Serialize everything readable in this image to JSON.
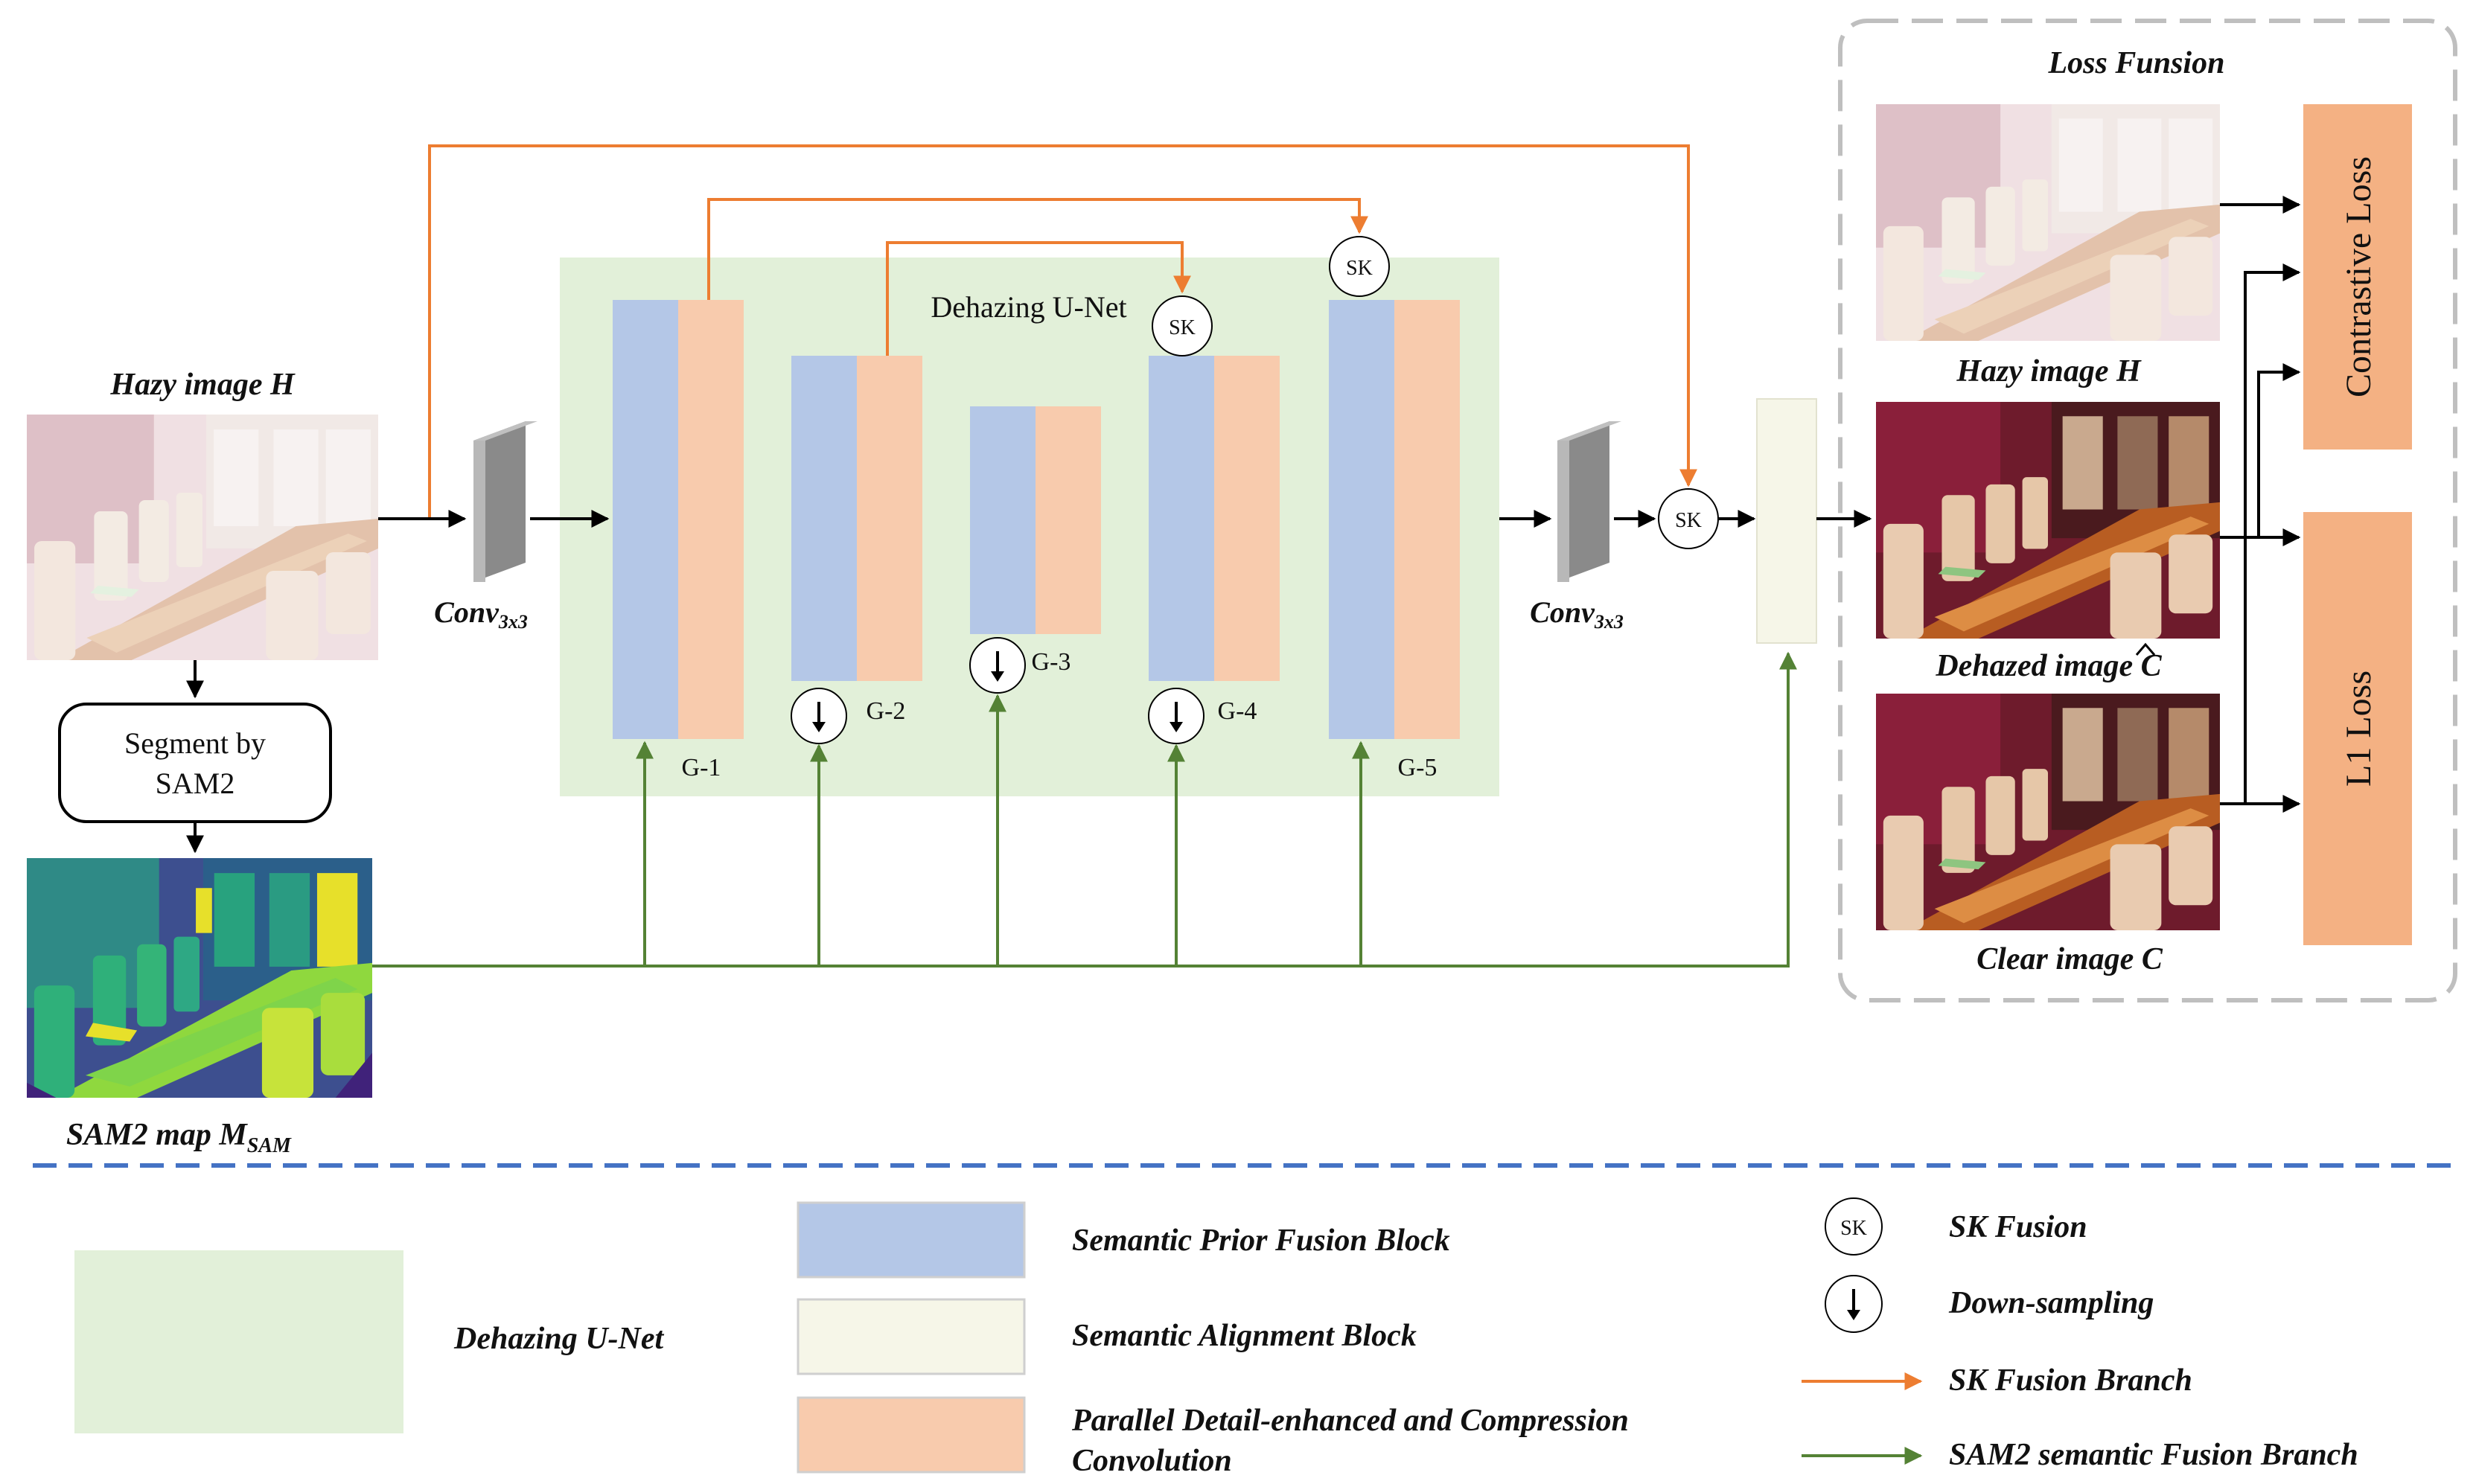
{
  "title": "Dehazing U-Net",
  "input": {
    "hazy_label_prefix": "Hazy image ",
    "hazy_label_var": "H",
    "segment_label_line1": "Segment by",
    "segment_label_line2": "SAM2",
    "sam_label_prefix": "SAM2 map M",
    "sam_label_sub": "SAM"
  },
  "conv": {
    "label": "Conv",
    "sub": "3x3"
  },
  "sk": {
    "label": "SK"
  },
  "groups": [
    "G-1",
    "G-2",
    "G-3",
    "G-4",
    "G-5"
  ],
  "loss_panel": {
    "title": "Loss Funsion",
    "hazy_label_prefix": "Hazy image ",
    "hazy_label_var": "H",
    "dehazed_label_prefix": "Dehazed image ",
    "dehazed_label_var": "C",
    "clear_label_prefix": "Clear image ",
    "clear_label_var": "C",
    "contrastive_loss": "Contrastive Loss",
    "l1_loss": "L1 Loss"
  },
  "legend": {
    "unet": "Dehazing U-Net",
    "spf": "Semantic Prior Fusion Block",
    "sab": "Semantic Alignment Block",
    "pdc_line1": "Parallel Detail-enhanced and Compression",
    "pdc_line2": "Convolution",
    "sk_fusion": "SK Fusion",
    "down": "Down-sampling",
    "sk_branch": "SK Fusion Branch",
    "sam_branch": "SAM2 semantic Fusion Branch"
  },
  "colors": {
    "unet_bg": "#e2f0d9",
    "spf_blue": "#b4c7e7",
    "pdc_orange": "#f8cbad",
    "sab_cream": "#f6f6e8",
    "loss_orange": "#f4b183",
    "sk_branch_orange": "#ed7d31",
    "sam_branch_green": "#548235",
    "divider_blue": "#4472c4"
  }
}
